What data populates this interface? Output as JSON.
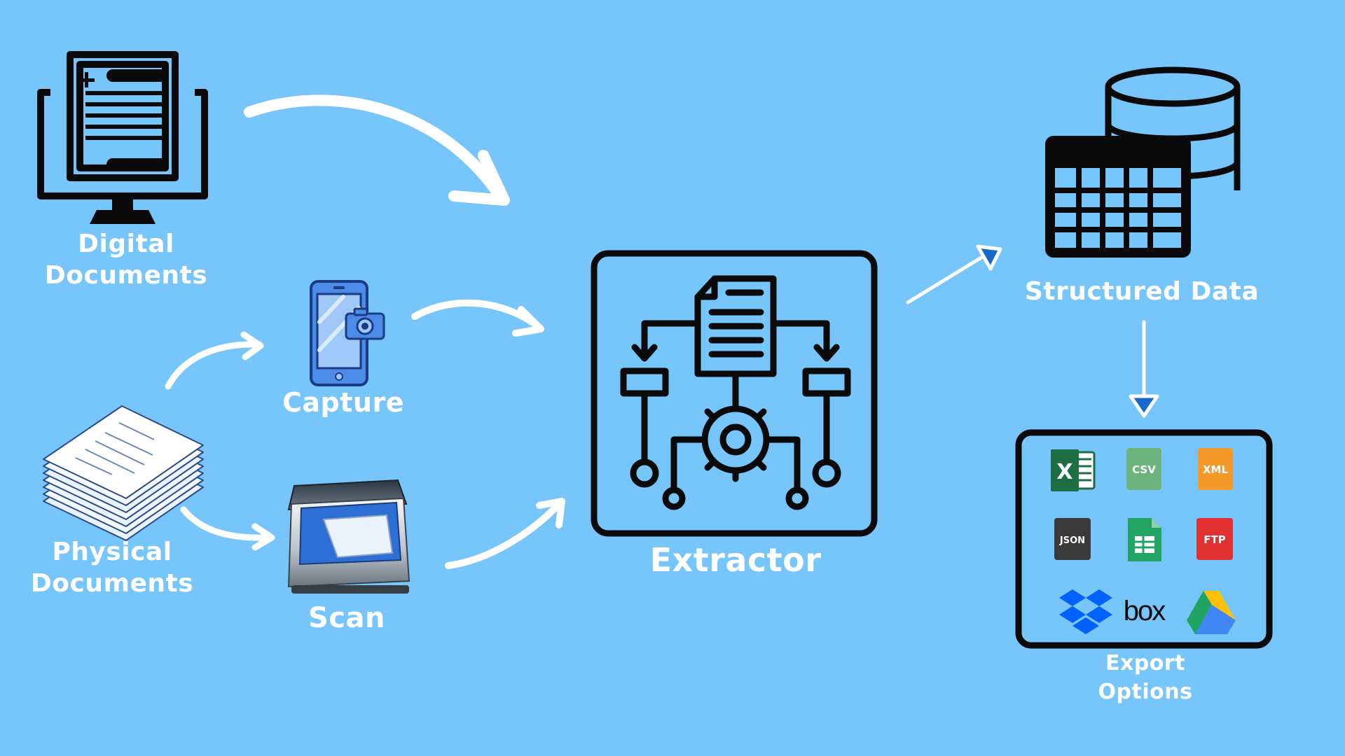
{
  "labels": {
    "digital_line1": "Digital",
    "digital_line2": "Documents",
    "capture": "Capture",
    "physical_line1": "Physical",
    "physical_line2": "Documents",
    "scan": "Scan",
    "extractor": "Extractor",
    "structured": "Structured Data",
    "export_line1": "Export",
    "export_line2": "Options"
  },
  "export_icons": {
    "excel": "X",
    "csv": "CSV",
    "xml": "XML",
    "json": "JSON",
    "ftp": "FTP",
    "box": "box"
  },
  "colors": {
    "background": "#76C5FB",
    "icon_stroke": "#0A0A0A",
    "arrow": "#FFFFFF",
    "excel": "#1D6F42",
    "csv": "#6DB37E",
    "xml": "#F39A2B",
    "json": "#3A3A3A",
    "sheets": "#21A464",
    "ftp": "#E0302F",
    "dropbox": "#0061FE",
    "box": "#0B0B0B"
  }
}
